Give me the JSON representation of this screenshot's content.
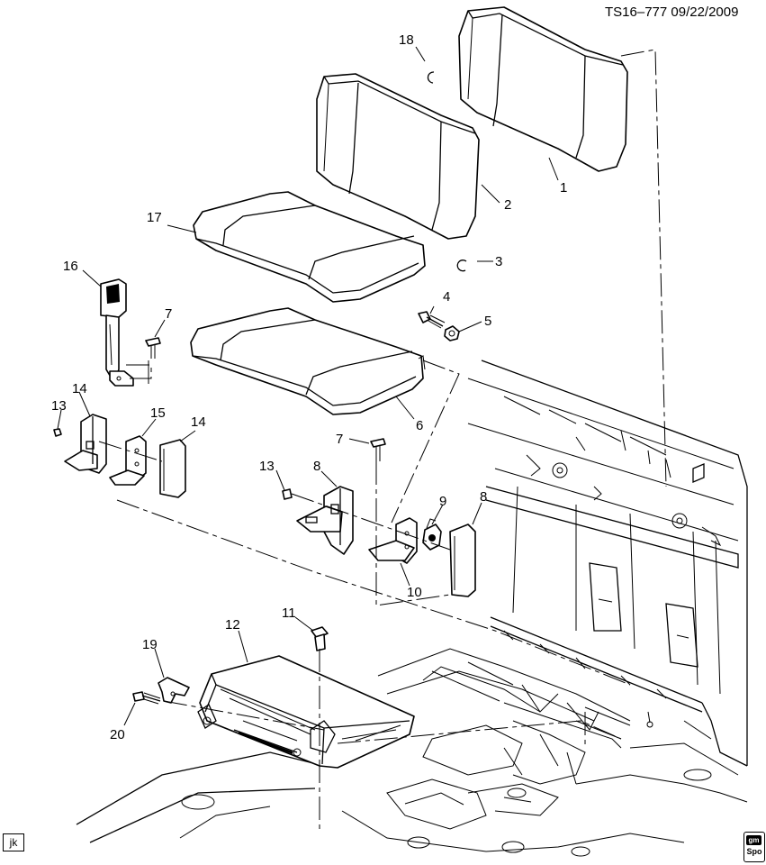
{
  "header": {
    "doc_id": "TS16–777  09/22/2009"
  },
  "footer": {
    "left_tag": "jk",
    "logo_top": "gm",
    "logo_bottom": "Spo"
  },
  "callouts": {
    "c1": "1",
    "c2": "2",
    "c3": "3",
    "c4": "4",
    "c5": "5",
    "c6": "6",
    "c7a": "7",
    "c7b": "7",
    "c8a": "8",
    "c8b": "8",
    "c9": "9",
    "c10": "10",
    "c11": "11",
    "c12": "12",
    "c13a": "13",
    "c13b": "13",
    "c14a": "14",
    "c14b": "14",
    "c15": "15",
    "c16": "16",
    "c17": "17",
    "c18": "18",
    "c19": "19",
    "c20": "20"
  }
}
